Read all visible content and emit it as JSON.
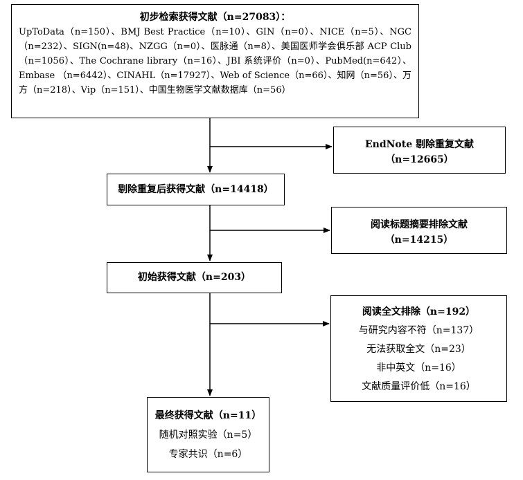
{
  "box1": {
    "title": "初步检索获得文献（n=27083）：",
    "body": "UpToData（n=150）、BMJ Best Practice（n=10）、GIN（n=0）、NICE（n=5）、NGC（n=232）、SIGN(n=48)、NZGG（n=0）、医脉通（n=8）、美国医师学会俱乐部 ACP Club（n=1056）、The Cochrane library（n=16）、JBI 系统评价（n=0）、PubMed(n=642）、Embase （n=6442）、CINAHL（n=17927）、Web of Science（n=66）、知网（n=56）、万方（n=218）、Vip（n=151）、中国生物医学文献数据库（n=56）"
  },
  "box2": {
    "title": "EndNote 剔除重复文献",
    "count": "（n=12665）"
  },
  "box3": {
    "title": "剔除重复后获得文献（n=14418）"
  },
  "box4": {
    "title": "阅读标题摘要排除文献",
    "count": "（n=14215）"
  },
  "box5": {
    "title": "初始获得文献（n=203）"
  },
  "box6": {
    "title": "阅读全文排除（n=192）",
    "items": [
      "与研究内容不符（n=137）",
      "无法获取全文（n=23）",
      "非中英文（n=16）",
      "文献质量评价低（n=16）"
    ]
  },
  "box7": {
    "title": "最终获得文献（n=11）",
    "items": [
      "随机对照实验（n=5）",
      "专家共识（n=6）"
    ]
  }
}
